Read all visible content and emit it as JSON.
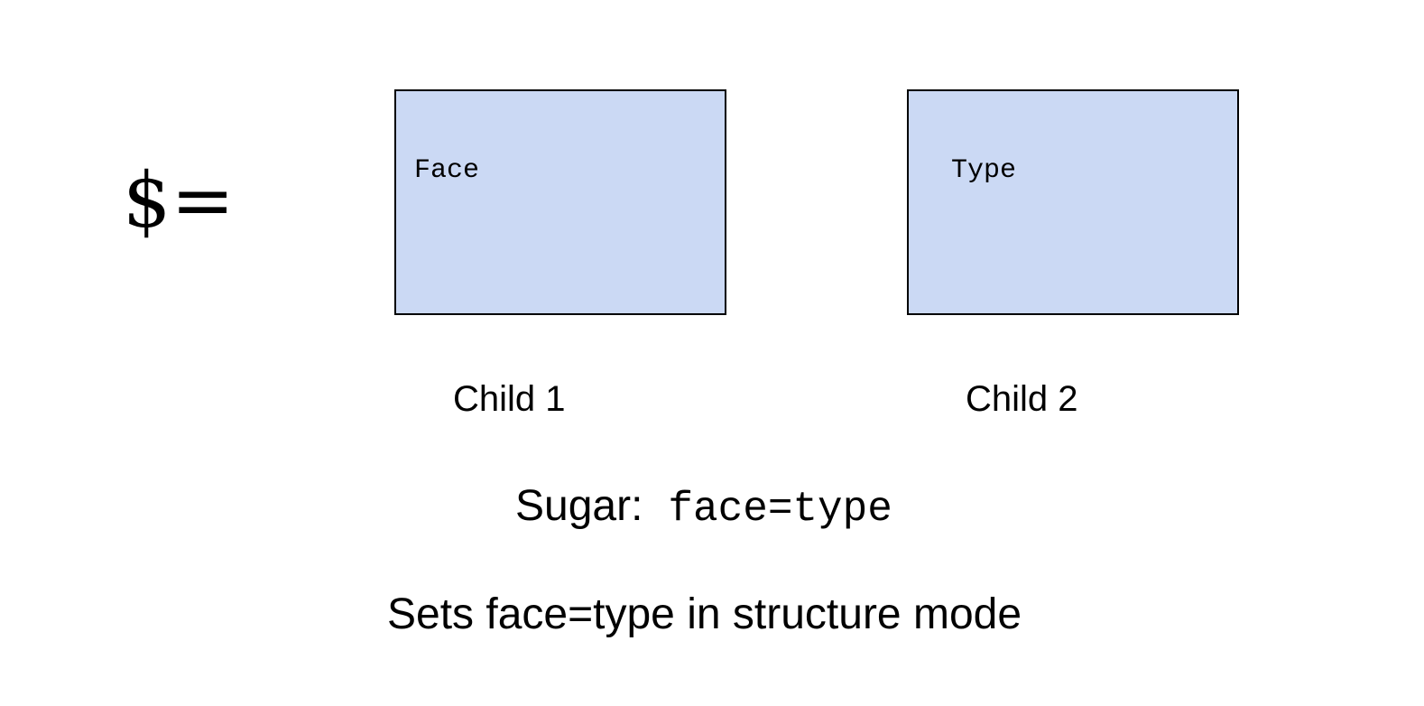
{
  "symbol": "$=",
  "children": [
    {
      "box_text": "Face",
      "caption": "Child 1"
    },
    {
      "box_text": "Type",
      "caption": "Child 2"
    }
  ],
  "sugar": {
    "label": "Sugar:",
    "code": "face=type"
  },
  "description": "Sets face=type in structure mode",
  "colors": {
    "box_fill": "#cbd9f4",
    "box_border": "#000000",
    "text": "#000000",
    "background": "#ffffff"
  }
}
